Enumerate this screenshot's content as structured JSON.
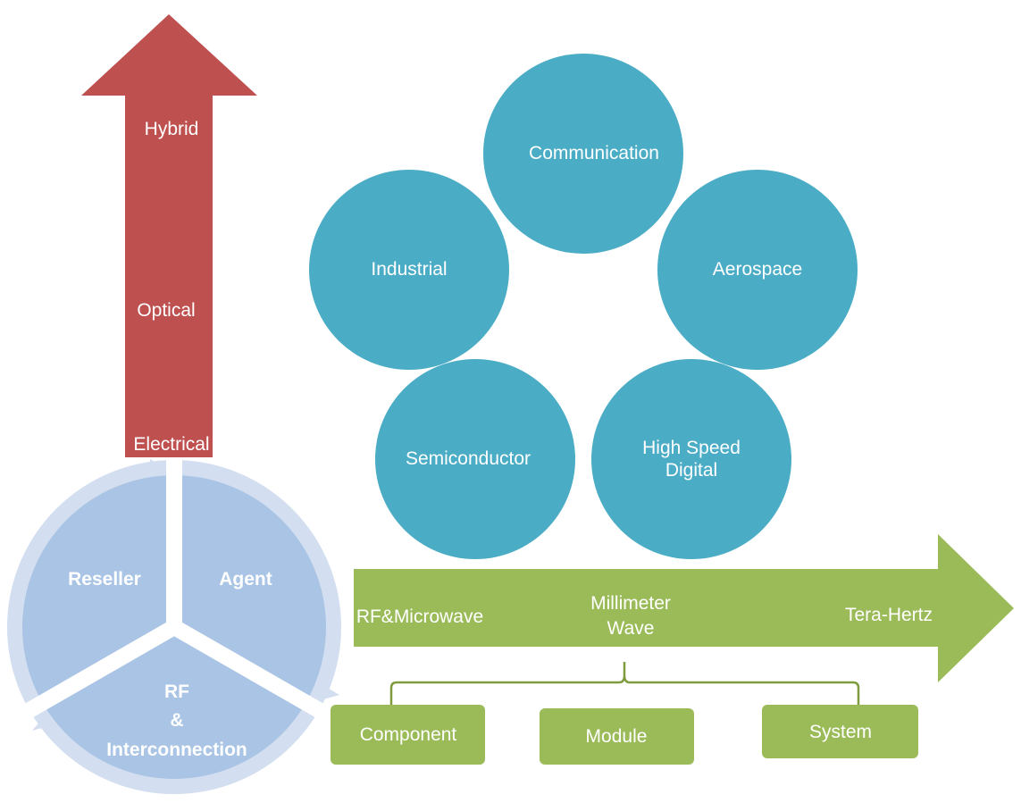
{
  "colors": {
    "red_arrow": "#BF5050",
    "teal_circle": "#4BACC6",
    "green": "#9BBB59",
    "cycle_fill": "#A9C4E4",
    "cycle_ring": "#D3DFF0",
    "white": "#FFFFFF"
  },
  "vertical_arrow": {
    "labels": [
      "Hybrid",
      "Optical",
      "Electrical"
    ]
  },
  "application_circles": [
    {
      "name": "communication",
      "label": "Communication"
    },
    {
      "name": "industrial",
      "label": "Industrial"
    },
    {
      "name": "aerospace",
      "label": "Aerospace"
    },
    {
      "name": "semiconductor",
      "label": "Semiconductor"
    },
    {
      "name": "high-speed-digital",
      "label_line1": "High Speed",
      "label_line2": "Digital"
    }
  ],
  "horizontal_arrow": {
    "label_left": "RF&Microwave",
    "label_middle_line1": "Millimeter",
    "label_middle_line2": "Wave",
    "label_right": "Tera-Hertz"
  },
  "product_boxes": [
    {
      "name": "component",
      "label": "Component"
    },
    {
      "name": "module",
      "label": "Module"
    },
    {
      "name": "system",
      "label": "System"
    }
  ],
  "cycle": {
    "segment_left": "Reseller",
    "segment_right": "Agent",
    "segment_bottom_line1": "RF",
    "segment_bottom_line2": "&",
    "segment_bottom_line3": "Interconnection"
  }
}
